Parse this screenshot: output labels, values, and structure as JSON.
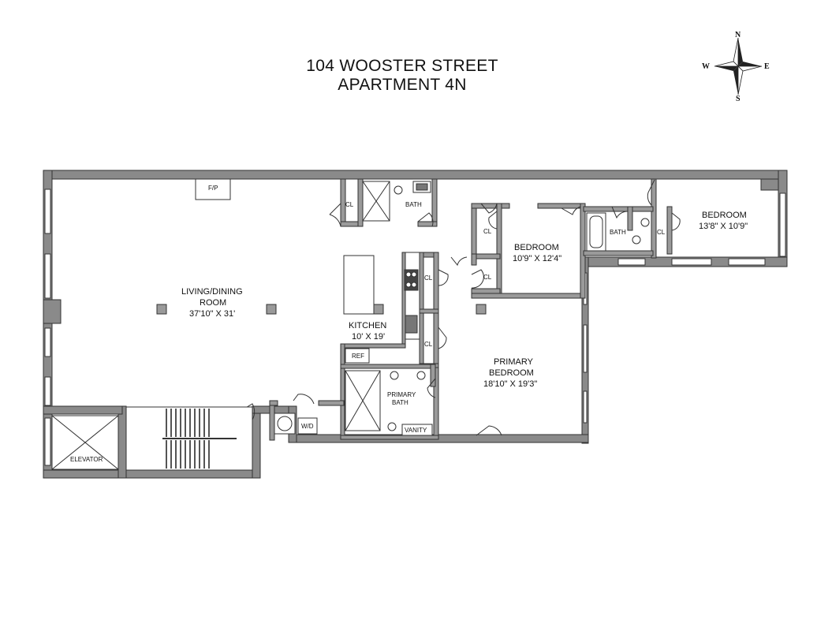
{
  "title": {
    "line1": "104 WOOSTER STREET",
    "line2": "APARTMENT 4N"
  },
  "compass": {
    "n": "N",
    "s": "S",
    "e": "E",
    "w": "W"
  },
  "rooms": {
    "living_name1": "LIVING/DINING",
    "living_name2": "ROOM",
    "living_dims": "37'10\" X 31'",
    "kitchen_name": "KITCHEN",
    "kitchen_dims": "10' X 19'",
    "bedroom2_name": "BEDROOM",
    "bedroom2_dims": "10'9\" X 12'4\"",
    "bedroom3_name": "BEDROOM",
    "bedroom3_dims": "13'8\" X 10'9\"",
    "primary_name1": "PRIMARY",
    "primary_name2": "BEDROOM",
    "primary_dims": "18'10\" X 19'3\"",
    "primary_bath1": "PRIMARY",
    "primary_bath2": "BATH"
  },
  "labels": {
    "fp": "F/P",
    "cl": "CL",
    "bath": "BATH",
    "ref": "REF",
    "vanity": "VANITY",
    "wd": "W/D",
    "elevator": "ELEVATOR"
  }
}
